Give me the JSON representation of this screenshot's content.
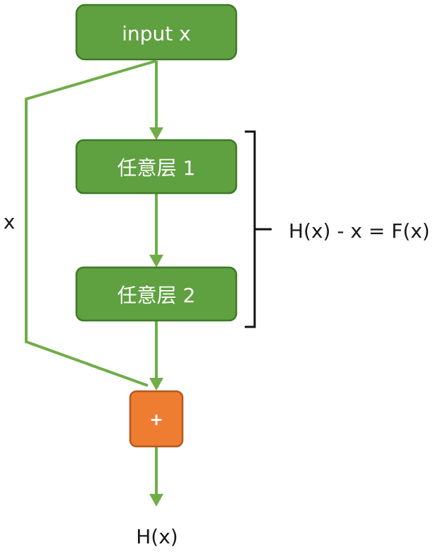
{
  "nodes": {
    "input": "input x",
    "layer1": "任意层 1",
    "layer2": "任意层 2",
    "add": "+"
  },
  "labels": {
    "skip": "x",
    "residual": "H(x) - x = F(x)",
    "output": "H(x)"
  },
  "colors": {
    "layer_fill": "#5fa040",
    "add_fill": "#ee7d31",
    "arrow": "#70ad47",
    "text_on_box": "#ffffff",
    "label": "#1a1a1a"
  }
}
